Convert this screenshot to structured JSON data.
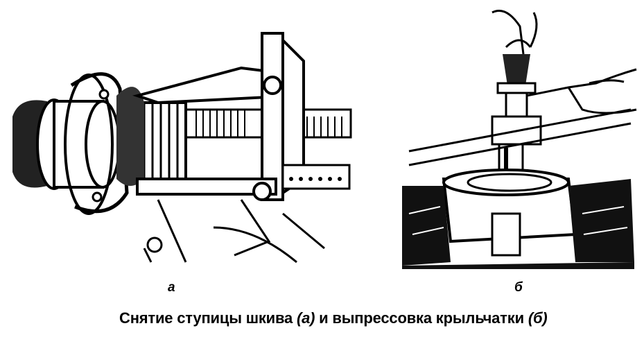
{
  "figure": {
    "panel_a_label": "а",
    "panel_b_label": "б",
    "caption": {
      "part1": "Снятие ступицы шкива ",
      "part2": "(а)",
      "part3": " и выпрессовка крыльчатки ",
      "part4": "(б)"
    }
  }
}
